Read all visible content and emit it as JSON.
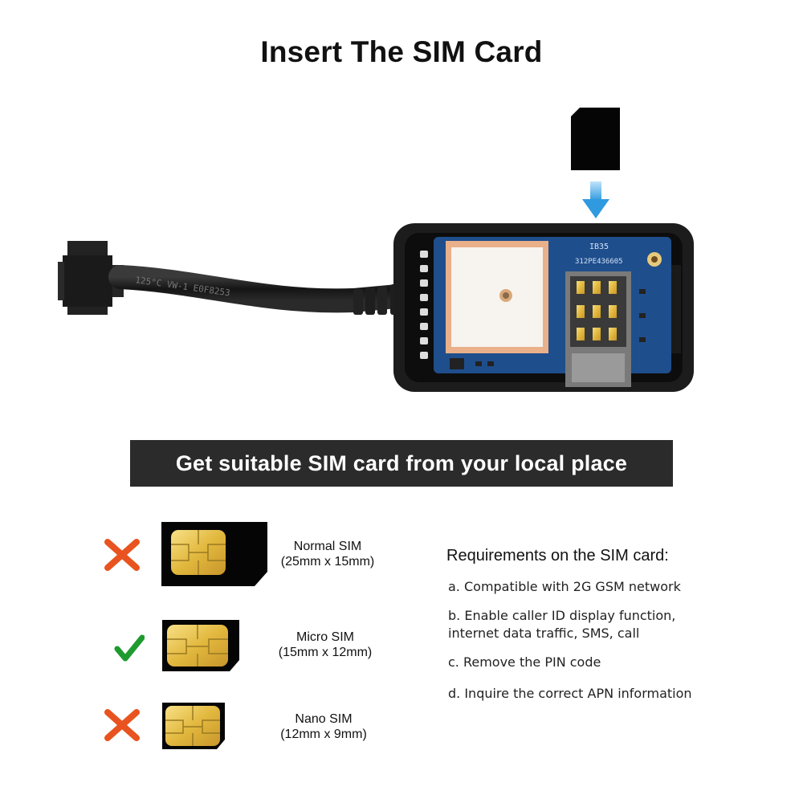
{
  "title": "Insert The SIM Card",
  "device": {
    "pcb_text_top": "IB35",
    "pcb_text_serial": "312PE436605",
    "cable_text": "125°C VW-1 E0F8253"
  },
  "banner": "Get suitable SIM card from your local place",
  "sim_types": [
    {
      "name": "Normal SIM",
      "size": "(25mm x 15mm)",
      "status": "not-supported"
    },
    {
      "name": "Micro SIM",
      "size": "(15mm x 12mm)",
      "status": "supported"
    },
    {
      "name": "Nano SIM",
      "size": "(12mm x 9mm)",
      "status": "not-supported"
    }
  ],
  "requirements": {
    "title": "Requirements on the SIM card:",
    "items": [
      "a. Compatible with 2G GSM network",
      "b. Enable caller ID display function, internet data traffic, SMS, call",
      "c. Remove the PIN code",
      "d. Inquire the correct APN information"
    ]
  },
  "colors": {
    "cross": "#e8531f",
    "check": "#1e9a2e",
    "arrow": "#3aa0e0",
    "pcb": "#1f4e8c",
    "antenna": "#e9b08a",
    "chip_gold": "#e6bf45",
    "banner_bg": "#2b2b2b"
  }
}
